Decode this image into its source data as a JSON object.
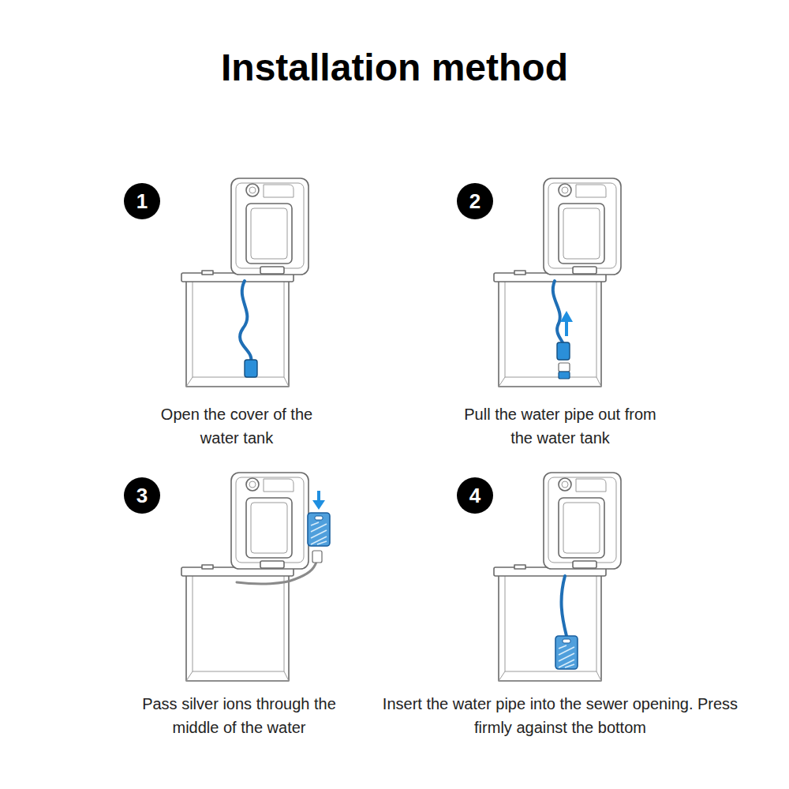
{
  "diagram": {
    "title": "Installation method",
    "nodes": [
      {
        "text": [
          "1"
        ]
      },
      {
        "text": [
          "2"
        ]
      },
      {
        "text": [
          "3"
        ]
      },
      {
        "text": [
          "4"
        ]
      }
    ],
    "labels": [
      "Open the cover of the water tank",
      "Pull the water pipe out from the water tank",
      "Pass silver ions through the middle of the water",
      "Insert the water pipe into the sewer opening. Press firmly against the bottom"
    ]
  }
}
